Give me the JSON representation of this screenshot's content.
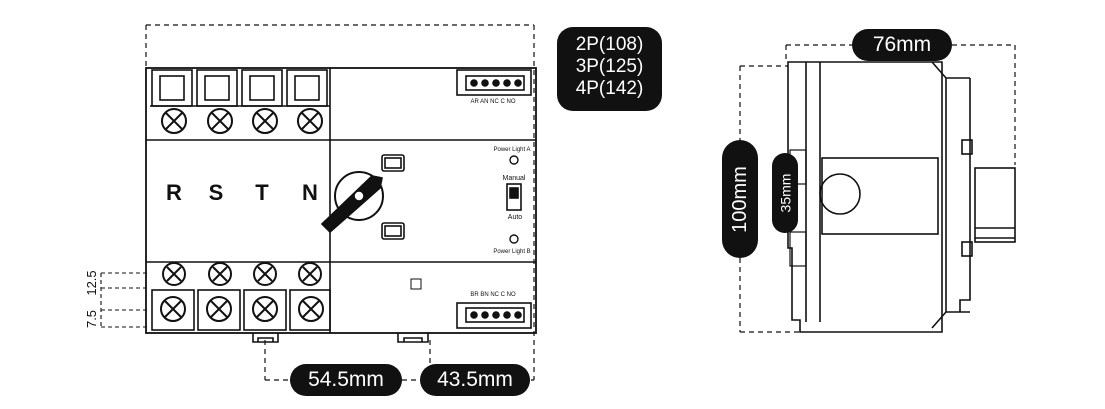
{
  "front_view": {
    "phase_labels": [
      "R",
      "S",
      "T",
      "N"
    ],
    "terminal_top_label": "AR AN NC C NO",
    "terminal_bottom_label": "BR BN NC C NO",
    "power_light_a": "Power Light A",
    "power_light_b": "Power Light B",
    "manual_label": "Manual",
    "auto_label": "Auto",
    "pole_widths": [
      "2P(108)",
      "3P(125)",
      "4P(142)"
    ],
    "dim_left": "54.5mm",
    "dim_right": "43.5mm",
    "dim_small_a": "12.5",
    "dim_small_b": "7.5"
  },
  "side_view": {
    "depth": "76mm",
    "height": "100mm",
    "rail": "35mm"
  }
}
